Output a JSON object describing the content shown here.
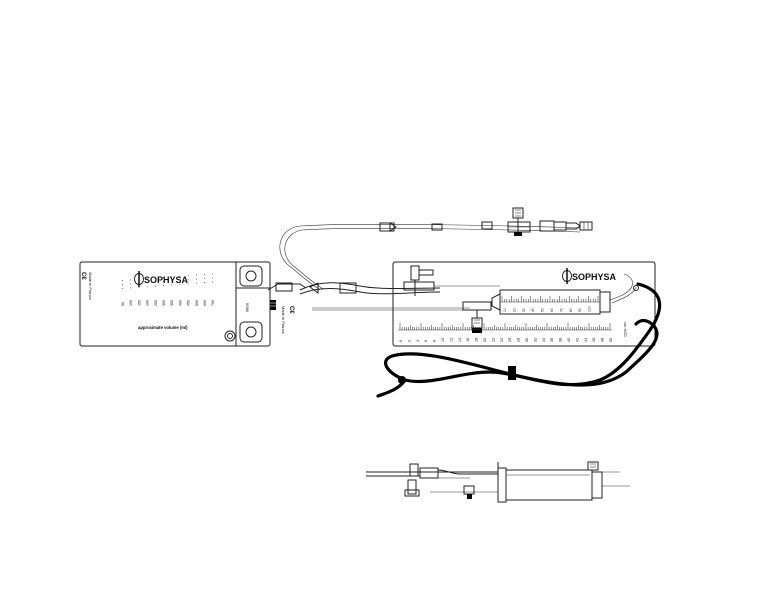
{
  "bag": {
    "brand": "SOPHYSA",
    "made_in": "Made in France",
    "ce": "C€",
    "volume_label": "approximate volume (ml)",
    "volumes": [
      "50",
      "100",
      "150",
      "200",
      "250",
      "300",
      "350",
      "400",
      "450",
      "500",
      "600",
      "700"
    ]
  },
  "mid": {
    "made_in": "Made in France",
    "ce": "C€",
    "small": "0086"
  },
  "chamber": {
    "brand": "SOPHYSA",
    "ml_marks": [
      "10",
      "20",
      "30",
      "40",
      "50",
      "60",
      "70",
      "80",
      "90",
      "100"
    ]
  },
  "scale": {
    "numbers": [
      "0",
      "2",
      "4",
      "6",
      "8",
      "10",
      "12",
      "14",
      "16",
      "18",
      "20",
      "22",
      "24",
      "26",
      "28",
      "30",
      "32",
      "34",
      "36",
      "38",
      "40",
      "42",
      "44",
      "46",
      "48",
      "50"
    ],
    "end_label": "cm H2O"
  }
}
